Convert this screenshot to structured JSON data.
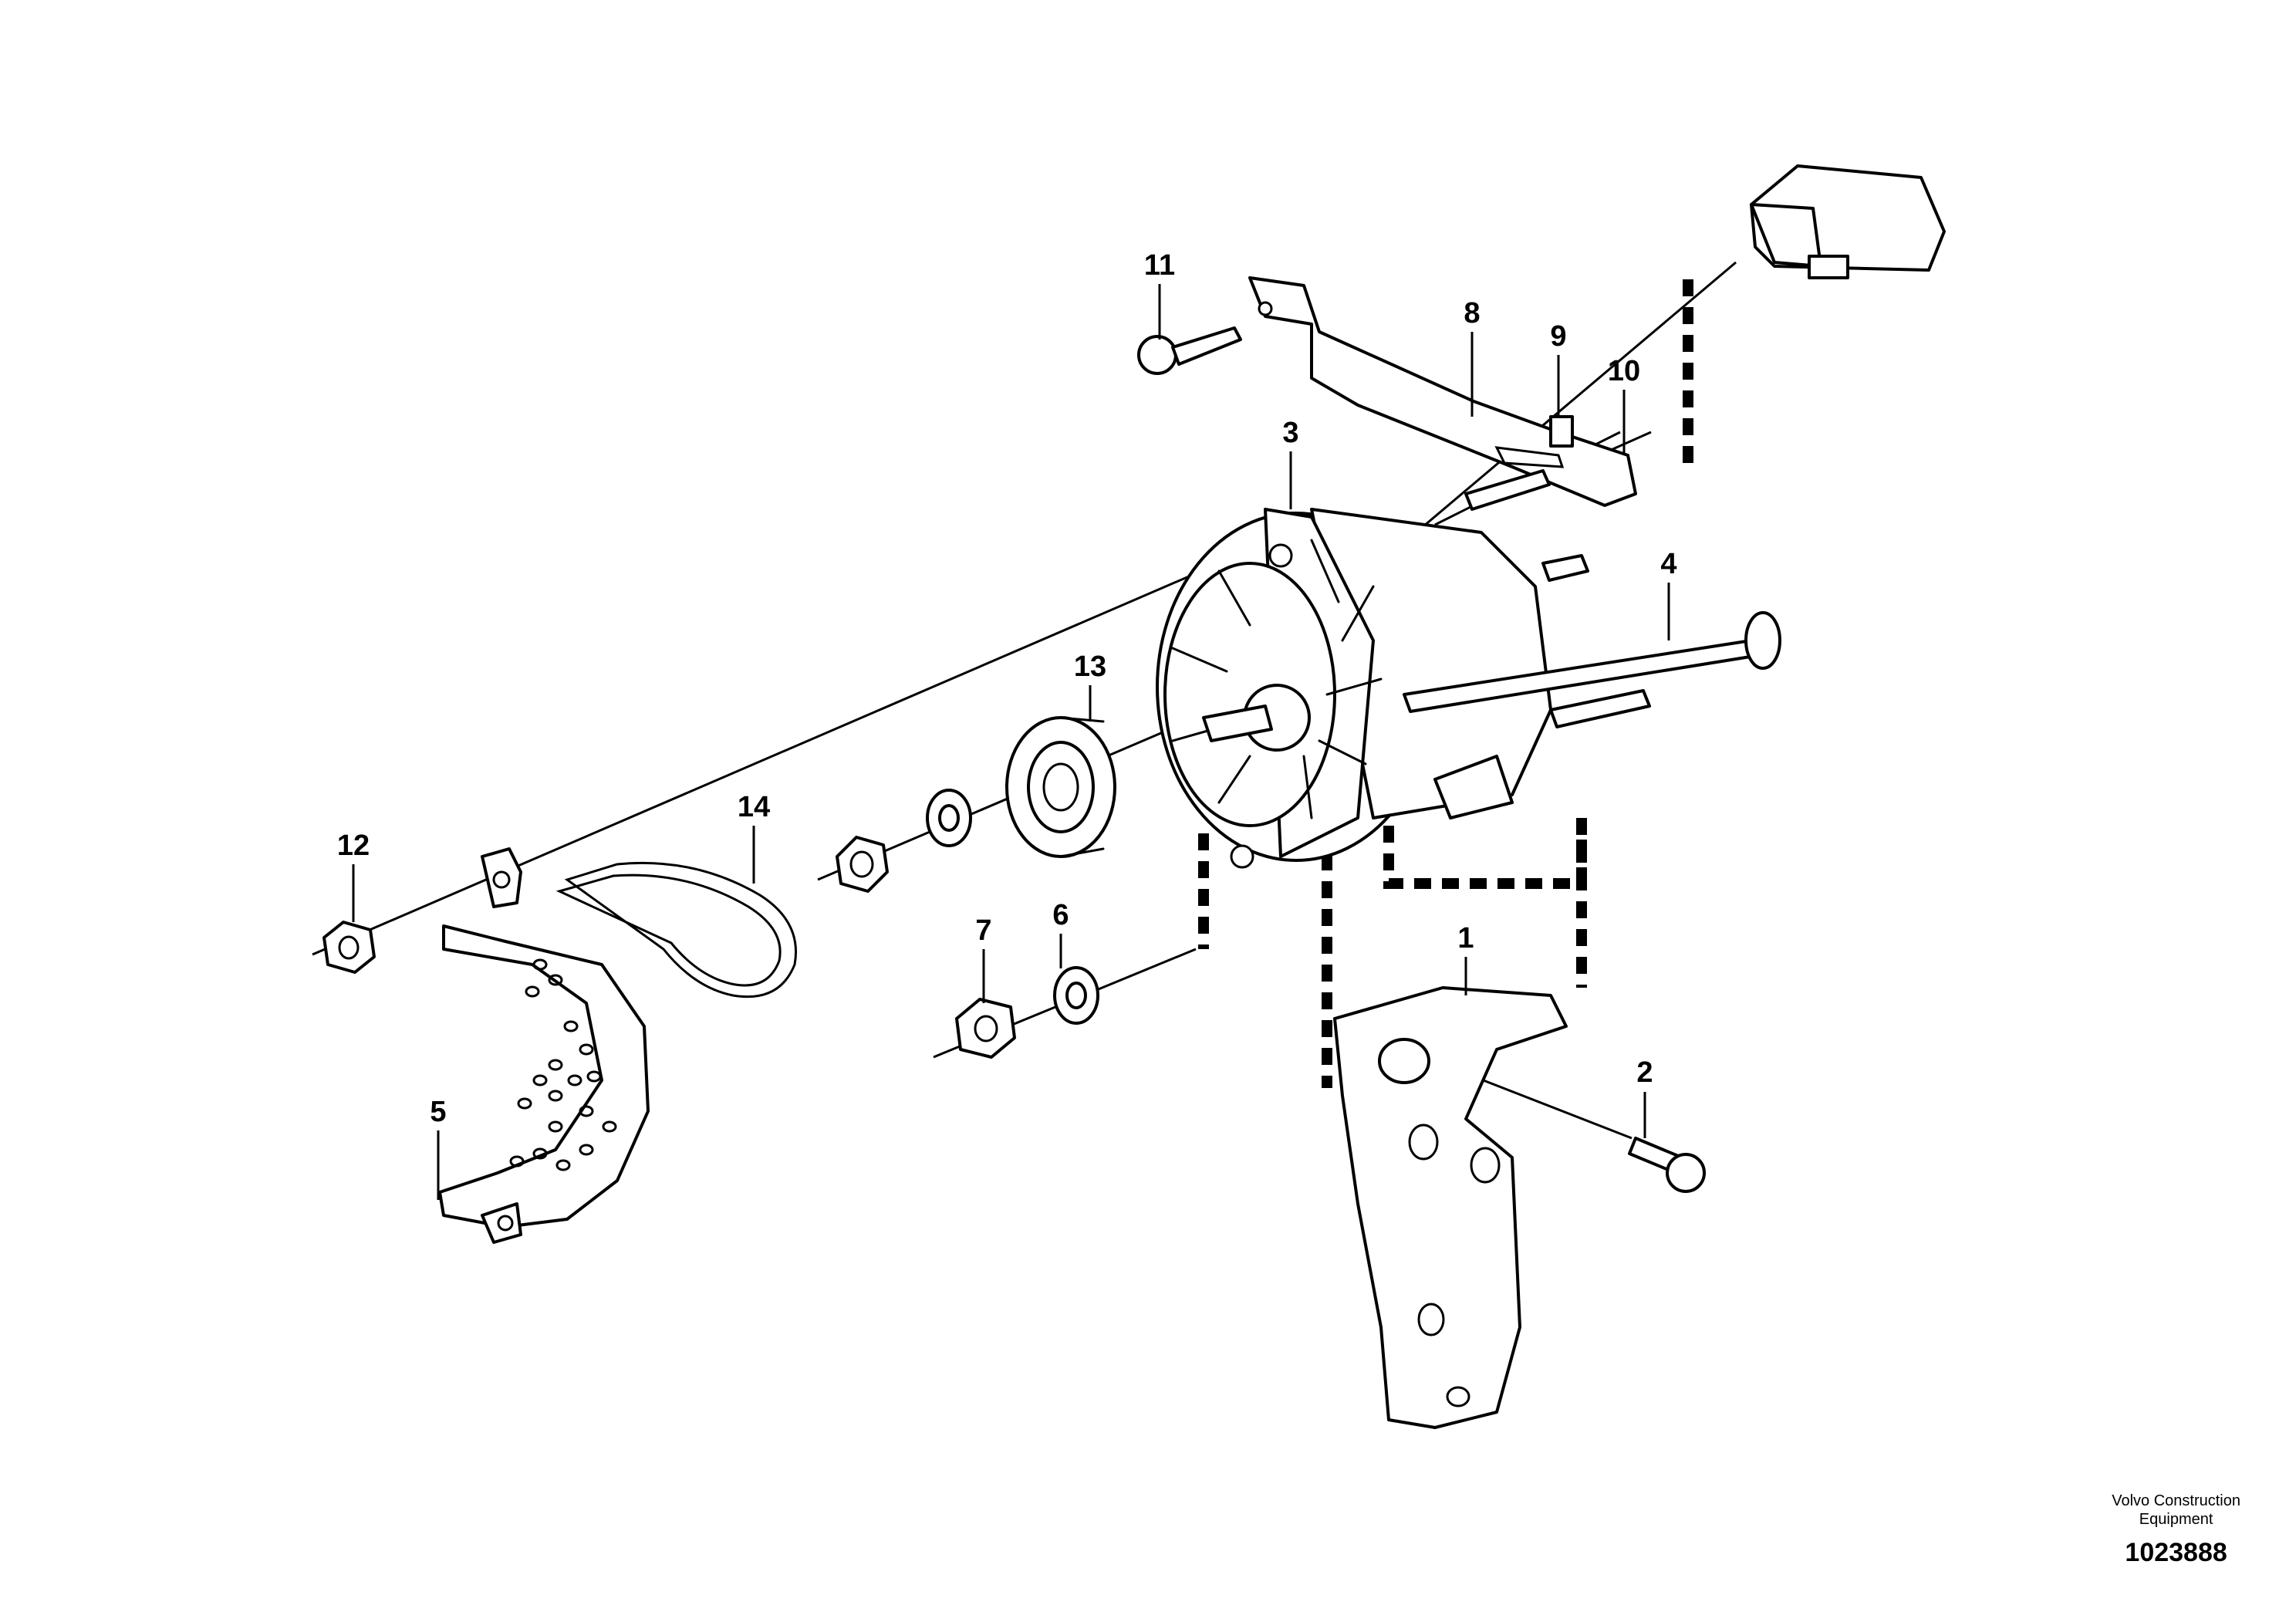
{
  "callouts": [
    "1",
    "2",
    "3",
    "4",
    "5",
    "6",
    "7",
    "8",
    "9",
    "10",
    "11",
    "12",
    "13",
    "14"
  ],
  "footer": {
    "brand_line1": "Volvo Construction",
    "brand_line2": "Equipment",
    "drawing_number": "1023888"
  },
  "colors": {
    "line": "#000000",
    "background": "#ffffff"
  }
}
